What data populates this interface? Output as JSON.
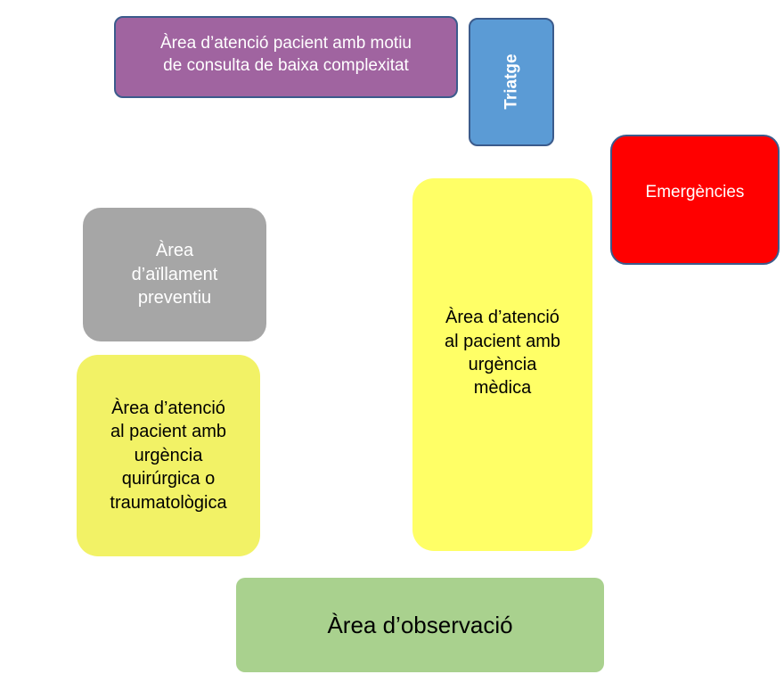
{
  "areas": {
    "low_complexity": {
      "label": "Àrea d’atenció pacient amb motiu\nde consulta de baixa complexitat",
      "color": "#a064a0"
    },
    "triage": {
      "label": "Triatge",
      "color": "#5b9bd5"
    },
    "emergencies": {
      "label": "Emergències",
      "color": "#ff0000"
    },
    "isolation": {
      "label": "Àrea\nd’aïllament\npreventiu",
      "color": "#a6a6a6"
    },
    "medical": {
      "label": "Àrea d’atenció\nal pacient amb\nurgència\nmèdica",
      "color": "#ffff66"
    },
    "surgical": {
      "label": "Àrea d’atenció\nal pacient amb\nurgència\nquirúrgica o\ntraumatològica",
      "color": "#f2f266"
    },
    "observation": {
      "label": "Àrea d’observació",
      "color": "#a9d18e"
    }
  }
}
